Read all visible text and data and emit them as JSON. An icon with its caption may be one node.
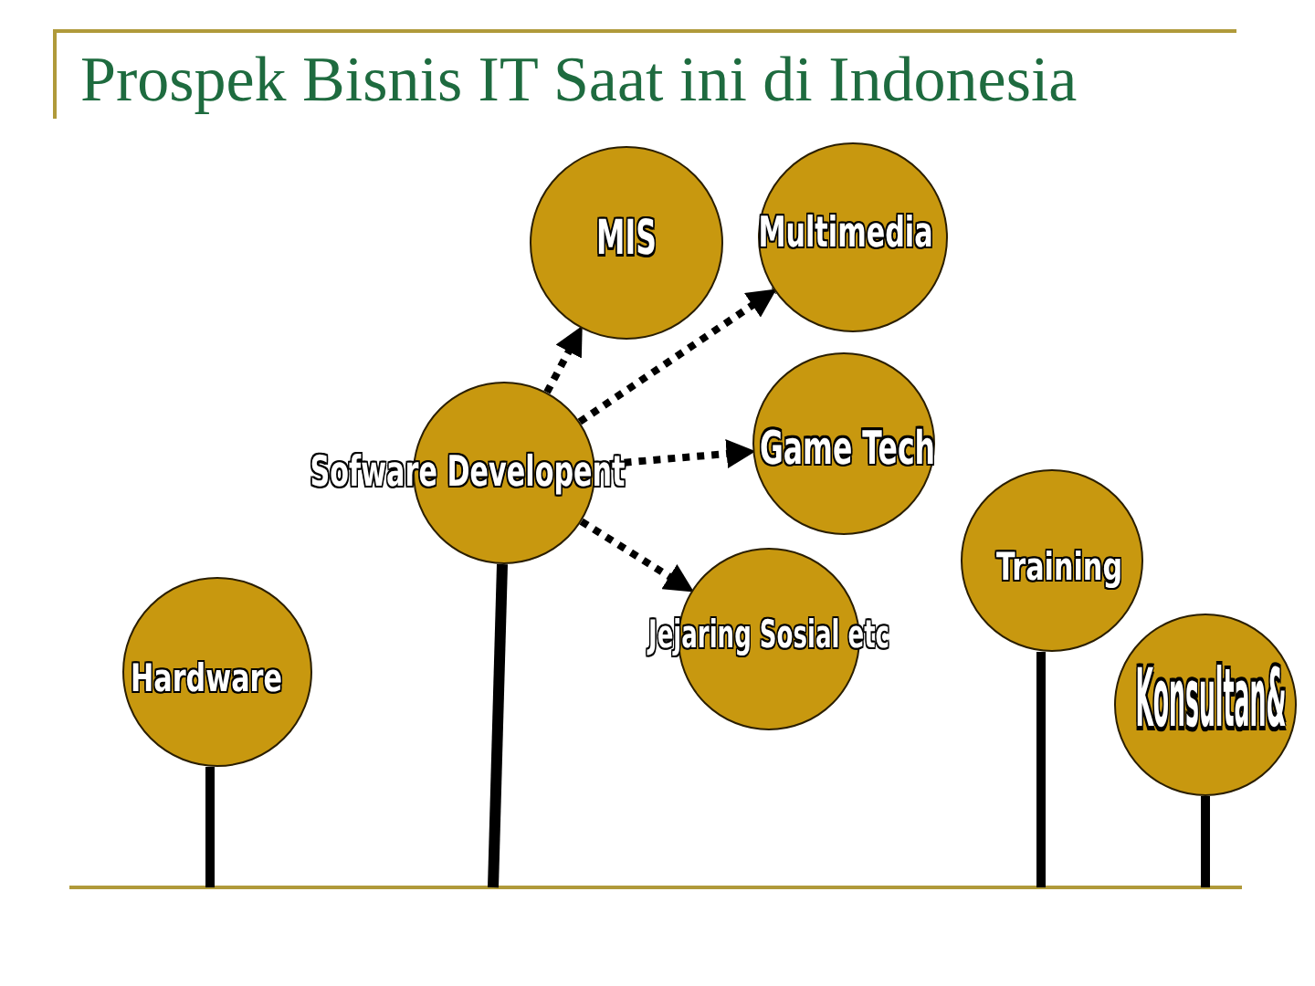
{
  "diagram": {
    "title": "Prospek Bisnis IT Saat ini di Indonesia",
    "nodes": [
      {
        "text": [
          "MIS"
        ]
      },
      {
        "text": [
          "Multimedia"
        ]
      },
      {
        "text": [
          "Sofware Developent"
        ]
      },
      {
        "text": [
          "Game Tech"
        ]
      },
      {
        "text": [
          "Jejaring Sosial etc"
        ]
      },
      {
        "text": [
          "Training"
        ]
      },
      {
        "text": [
          "Hardware"
        ]
      },
      {
        "text": [
          "Konsultan&"
        ]
      }
    ],
    "edges": [
      {
        "from": 2,
        "to": 0,
        "arrow": "to",
        "style": "dashed"
      },
      {
        "from": 2,
        "to": 1,
        "arrow": "to",
        "style": "dashed"
      },
      {
        "from": 2,
        "to": 3,
        "arrow": "to",
        "style": "dashed"
      },
      {
        "from": 2,
        "to": 4,
        "arrow": "to",
        "style": "dashed"
      }
    ]
  }
}
